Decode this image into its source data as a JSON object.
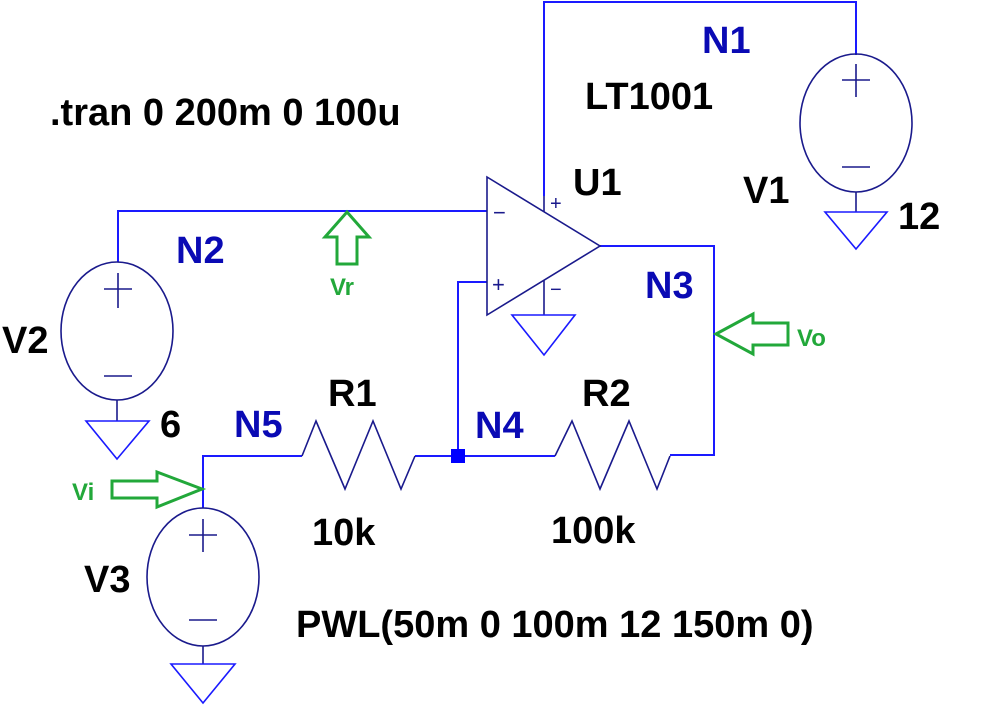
{
  "directives": {
    "tran": ".tran 0 200m 0 100u"
  },
  "components": {
    "U1": {
      "name": "U1",
      "model": "LT1001"
    },
    "V1": {
      "name": "V1",
      "value": "12"
    },
    "V2": {
      "name": "V2",
      "value": "6"
    },
    "V3": {
      "name": "V3",
      "value": "PWL(50m 0 100m 12 150m 0)"
    },
    "R1": {
      "name": "R1",
      "value": "10k"
    },
    "R2": {
      "name": "R2",
      "value": "100k"
    }
  },
  "nets": {
    "N1": "N1",
    "N2": "N2",
    "N3": "N3",
    "N4": "N4",
    "N5": "N5"
  },
  "probes": {
    "vr": "Vr",
    "vo": "Vo",
    "vi": "Vi"
  },
  "pin_marks": {
    "plus": "+",
    "minus": "−"
  },
  "colors": {
    "wire": "#1a1aff",
    "net_label": "#0a0ab4",
    "probe": "#22a83a"
  }
}
